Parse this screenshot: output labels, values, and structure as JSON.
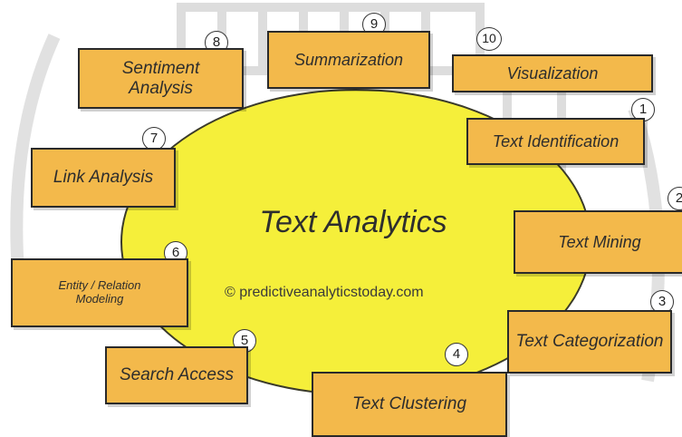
{
  "diagram": {
    "center_title": "Text Analytics",
    "credit": "© predictiveanalyticstoday.com",
    "colors": {
      "ellipse": "#f5ef3a",
      "box": "#f3b94b",
      "border": "#2a2a2a",
      "watermark": "#d8d8d8"
    },
    "nodes": [
      {
        "number": "1",
        "label": "Text Identification"
      },
      {
        "number": "2",
        "label": "Text Mining"
      },
      {
        "number": "3",
        "label": "Text Categorization"
      },
      {
        "number": "4",
        "label": "Text Clustering"
      },
      {
        "number": "5",
        "label": "Search Access"
      },
      {
        "number": "6",
        "label": "Entity / Relation Modeling"
      },
      {
        "number": "7",
        "label": "Link Analysis"
      },
      {
        "number": "8",
        "label": "Sentiment Analysis"
      },
      {
        "number": "9",
        "label": "Summarization"
      },
      {
        "number": "10",
        "label": "Visualization"
      }
    ]
  }
}
